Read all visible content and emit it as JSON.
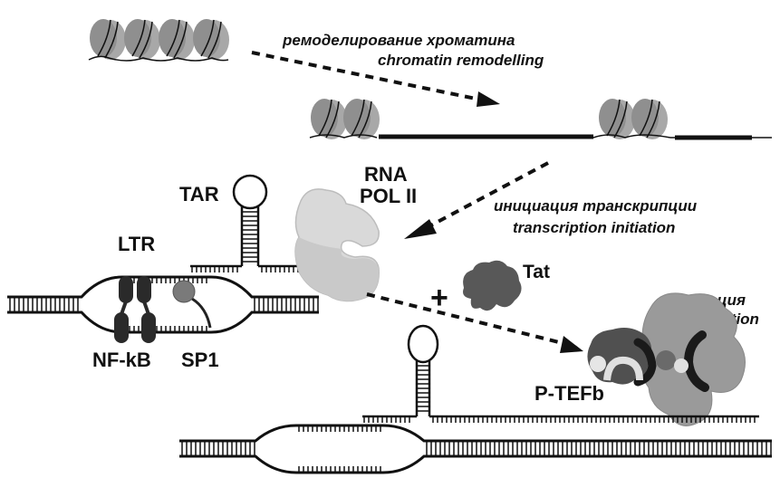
{
  "title": "HIV LTR transcription activation",
  "steps": {
    "chromatin_remodelling": {
      "ru": "ремоделирование хроматина",
      "en": "chromatin remodelling"
    },
    "transcription_initiation": {
      "ru": "инициация транскрипции",
      "en": "transcription initiation"
    },
    "elongation": {
      "ru": "элонгация",
      "en": "elongation"
    }
  },
  "labels": {
    "tar": "TAR",
    "rna_pol_line1": "RNA",
    "rna_pol_line2": "POL II",
    "ltr": "LTR",
    "nfkb": "NF-kB",
    "sp1": "SP1",
    "tat": "Tat",
    "plus": "+",
    "ptefb": "P-TEFb"
  },
  "colors": {
    "ink": "#111111",
    "nucleosome": "#8f8f8f",
    "nucleosome_light": "#a8a8a8",
    "pol2": "#d9d9d9",
    "pol2_shade": "#c4c4c4",
    "tat": "#555555",
    "nfkb": "#2a2a2a",
    "sp1": "#7a7a7a",
    "ptefb_light": "#e6e6e6",
    "pol2_elong": "#9a9a9a"
  }
}
